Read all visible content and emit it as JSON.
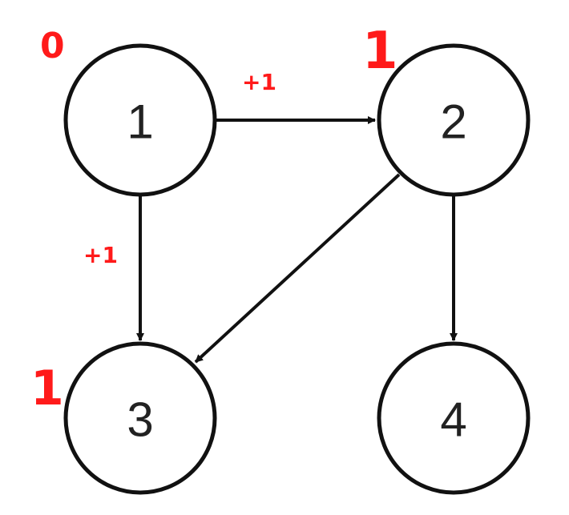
{
  "nodes": [
    {
      "id": "1",
      "label": "1"
    },
    {
      "id": "2",
      "label": "2"
    },
    {
      "id": "3",
      "label": "3"
    },
    {
      "id": "4",
      "label": "4"
    }
  ],
  "edges": [
    {
      "from": "1",
      "to": "2",
      "label": "+1"
    },
    {
      "from": "1",
      "to": "3",
      "label": "+1"
    },
    {
      "from": "2",
      "to": "3",
      "label": ""
    },
    {
      "from": "2",
      "to": "4",
      "label": ""
    }
  ],
  "node_annotations": {
    "1": "0",
    "2": "1",
    "3": "1"
  },
  "colors": {
    "annotation": "#ff1a1a",
    "stroke": "#111111"
  }
}
